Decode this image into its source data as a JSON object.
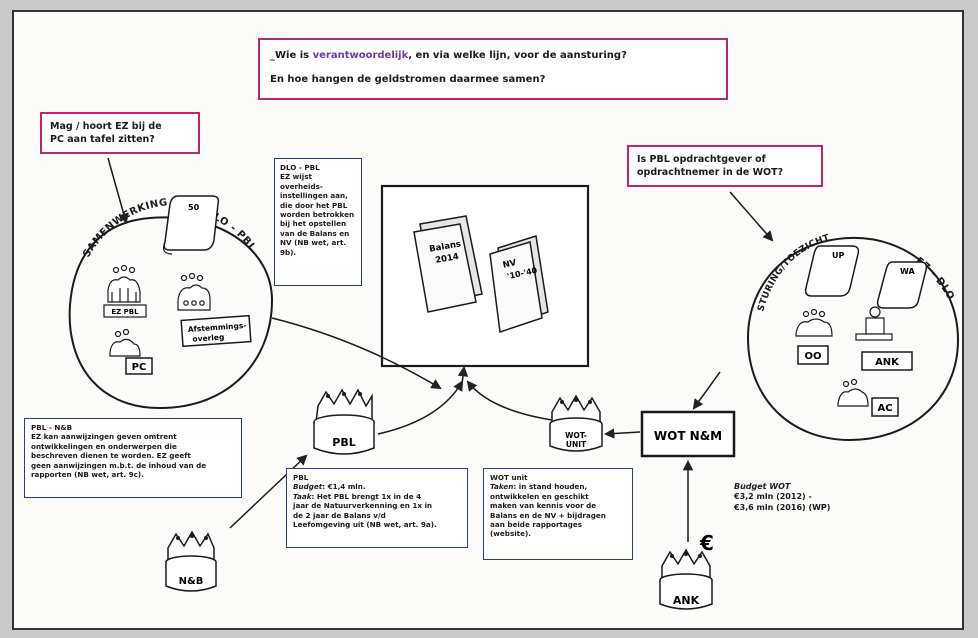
{
  "top_question": {
    "line1_a": "_Wie is ",
    "line1_hl": "verantwoordelijk",
    "line1_b": ", en via welke lijn, voor de aansturing?",
    "line2": "En hoe hangen de geldstromen daarmee samen?"
  },
  "ez_question": {
    "line1": "Mag / hoort EZ bij de",
    "line2": "PC aan tafel zitten?"
  },
  "pbl_question": {
    "line1": "Is PBL opdrachtgever of",
    "line2": "opdrachtnemer in de WOT?"
  },
  "dlo_pbl_box": {
    "title": "DLO - PBL",
    "lines": [
      "EZ wijst",
      "overheids-",
      "instellingen aan,",
      "die door het PBL",
      "worden betrokken",
      "bij het opstellen",
      "van de Balans en",
      "NV (NB wet, art.",
      "9b)."
    ]
  },
  "pbl_nb_box": {
    "title": "PBL - N&B",
    "lines": [
      "EZ kan aanwijzingen geven omtrent",
      "ontwikkelingen en onderwerpen die",
      "beschreven dienen te worden. EZ geeft",
      "geen aanwijzingen m.b.t. de inhoud van de",
      "rapporten (NB wet, art. 9c)."
    ]
  },
  "pbl_info_box": {
    "title": "PBL",
    "budget_label": "Budget",
    "budget_value": ": €1,4 mln.",
    "task_label": "Taak",
    "task_lines": [
      ": Het PBL brengt 1x in de 4",
      "jaar de Natuurverkenning en 1x in",
      "de 2 jaar de Balans v/d",
      "Leefomgeving uit (NB wet, art. 9a)."
    ]
  },
  "wot_info_box": {
    "title": "WOT unit",
    "task_label": "Taken",
    "task_lines": [
      ": in stand houden,",
      "ontwikkelen en geschikt",
      "maken van kennis voor de",
      "Balans en de NV + bijdragen",
      "aan beide rapportages",
      "(website)."
    ]
  },
  "budget_wot": {
    "title": "Budget WOT",
    "line1": "€3,2 mln (2012) -",
    "line2": "€3,6 mln (2016) (WP)"
  },
  "books": {
    "balans": "Balans 2014",
    "nv": "NV '10-'40"
  },
  "left_circle": {
    "arc_left": "SAMENWERKING",
    "arc_right": "DLO - PBL",
    "scroll": "50",
    "group1_label": "EZ PBL",
    "afstemming": "Afstemmings-overleg",
    "pc": "PC"
  },
  "right_circle": {
    "arc_left": "STURING/TOEZICHT",
    "arc_right": "EZ - DLO",
    "scroll1": "UP",
    "scroll2": "WA",
    "oo": "OO",
    "ank": "ANK",
    "ac": "AC"
  },
  "nodes": {
    "pbl": "PBL",
    "wot_unit": "WOT- UNIT",
    "wot_nm": "WOT N&M",
    "nb": "N&B",
    "ank": "ANK"
  },
  "euro": "€",
  "colors": {
    "pink": "#c0256a",
    "blue": "#2b3b86",
    "purple": "#6a3aa8",
    "ink": "#1a1a1a"
  }
}
